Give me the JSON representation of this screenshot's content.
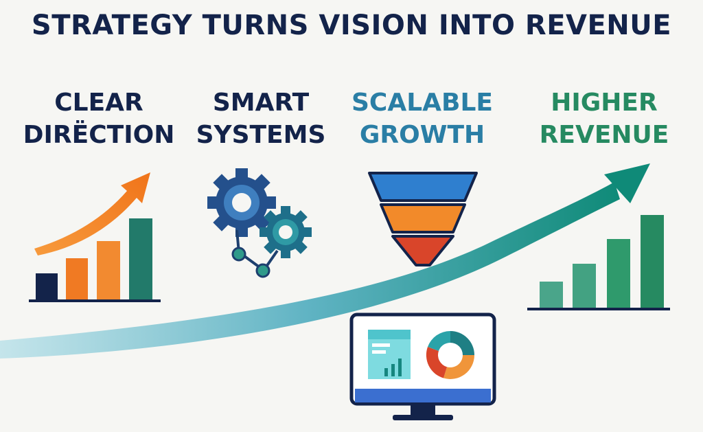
{
  "title": "STRATEGY TURNS VISION INTO REVENUE",
  "steps": [
    {
      "line1": "CLEAR",
      "line2": "DIRЁCTION",
      "color": "#13234a",
      "icon": "rising-bar-chart-icon"
    },
    {
      "line1": "SMART",
      "line2": "SYSTEMS",
      "color": "#13234a",
      "icon": "connected-gears-icon"
    },
    {
      "line1": "SCALABLE",
      "line2": "GROWTH",
      "color": "#2a7ea5",
      "icon": "funnel-icon"
    },
    {
      "line1": "HIGHER",
      "line2": "REVENUE",
      "color": "#268a61",
      "icon": "growth-bar-chart-icon"
    }
  ],
  "colors": {
    "navy": "#13234a",
    "orange": "#f2781f",
    "teal": "#2e8b8b",
    "green": "#2f9a6c",
    "blue": "#2f7fcf",
    "red": "#d9452a"
  }
}
